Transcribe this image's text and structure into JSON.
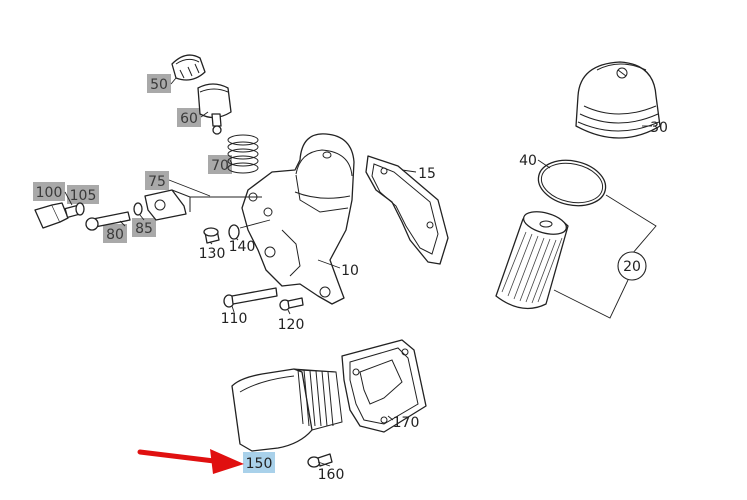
{
  "diagram": {
    "labels": [
      {
        "id": "label-50",
        "text": "50",
        "style": "gray"
      },
      {
        "id": "label-60",
        "text": "60",
        "style": "gray"
      },
      {
        "id": "label-70",
        "text": "70",
        "style": "gray"
      },
      {
        "id": "label-75",
        "text": "75",
        "style": "gray"
      },
      {
        "id": "label-80",
        "text": "80",
        "style": "gray"
      },
      {
        "id": "label-85",
        "text": "85",
        "style": "gray"
      },
      {
        "id": "label-100",
        "text": "100",
        "style": "gray"
      },
      {
        "id": "label-105",
        "text": "105",
        "style": "gray"
      },
      {
        "id": "label-10",
        "text": "10",
        "style": "plain"
      },
      {
        "id": "label-15",
        "text": "15",
        "style": "plain"
      },
      {
        "id": "label-20",
        "text": "20",
        "style": "circle"
      },
      {
        "id": "label-30",
        "text": "30",
        "style": "plain"
      },
      {
        "id": "label-40",
        "text": "40",
        "style": "plain"
      },
      {
        "id": "label-110",
        "text": "110",
        "style": "plain"
      },
      {
        "id": "label-120",
        "text": "120",
        "style": "plain"
      },
      {
        "id": "label-130",
        "text": "130",
        "style": "plain"
      },
      {
        "id": "label-140",
        "text": "140",
        "style": "plain"
      },
      {
        "id": "label-150",
        "text": "150",
        "style": "highlight"
      },
      {
        "id": "label-160",
        "text": "160",
        "style": "plain"
      },
      {
        "id": "label-170",
        "text": "170",
        "style": "plain"
      }
    ],
    "colors": {
      "gray_label_bg": "#a9a9a9",
      "gray_label_text": "#3a3a3a",
      "highlight_bg": "#a9d1ea",
      "arrow": "#e01010",
      "line": "#222222"
    },
    "icons": {
      "pointer": "red-arrow-icon"
    }
  }
}
